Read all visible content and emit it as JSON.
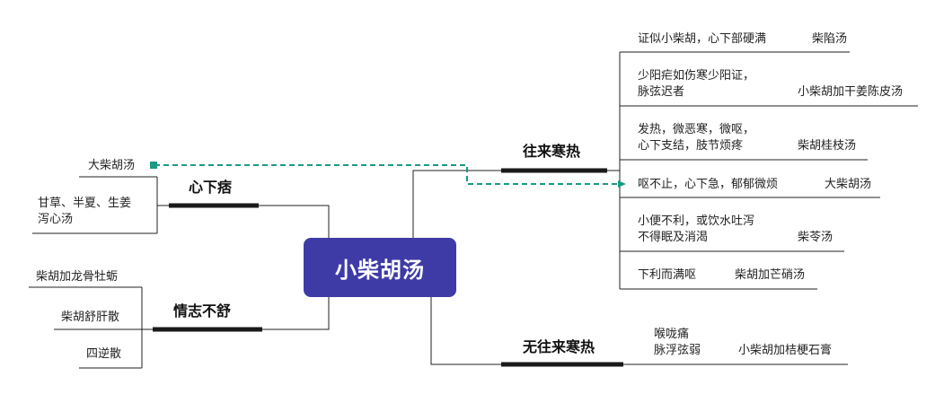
{
  "center": "小柴胡汤",
  "branches": {
    "wanglai": "往来寒热",
    "xinxiapi": "心下痞",
    "qingzhi": "情志不舒",
    "wuwanglai": "无往来寒热"
  },
  "wanglai_items": [
    {
      "symptom": [
        "证似小柴胡，心下部硬满"
      ],
      "formula": "柴陷汤"
    },
    {
      "symptom": [
        "少阳疟如伤寒少阳证，",
        "脉弦迟者"
      ],
      "formula": "小柴胡加干姜陈皮汤"
    },
    {
      "symptom": [
        "发热，微恶寒，微呕，",
        "心下支结，肢节烦疼"
      ],
      "formula": "柴胡桂枝汤"
    },
    {
      "symptom": [
        "呕不止，心下急，郁郁微烦"
      ],
      "formula": "大柴胡汤"
    },
    {
      "symptom": [
        "小便不利，或饮水吐泻",
        "不得眠及消渴"
      ],
      "formula": "柴苓汤"
    },
    {
      "symptom": [
        "下利而满呕"
      ],
      "formula": "柴胡加芒硝汤"
    }
  ],
  "xinxiapi_items": [
    "大柴胡汤",
    "甘草、半夏、生姜",
    "泻心汤"
  ],
  "qingzhi_items": [
    "柴胡加龙骨牡蛎",
    "柴胡舒肝散",
    "四逆散"
  ],
  "wuwanglai_item": {
    "symptom": [
      "喉咙痛",
      "脉浮弦弱"
    ],
    "formula": "小柴胡加桔梗石膏"
  },
  "colors": {
    "center": "#3f3ba6",
    "line": "#222222",
    "dash": "#1a9a82"
  }
}
